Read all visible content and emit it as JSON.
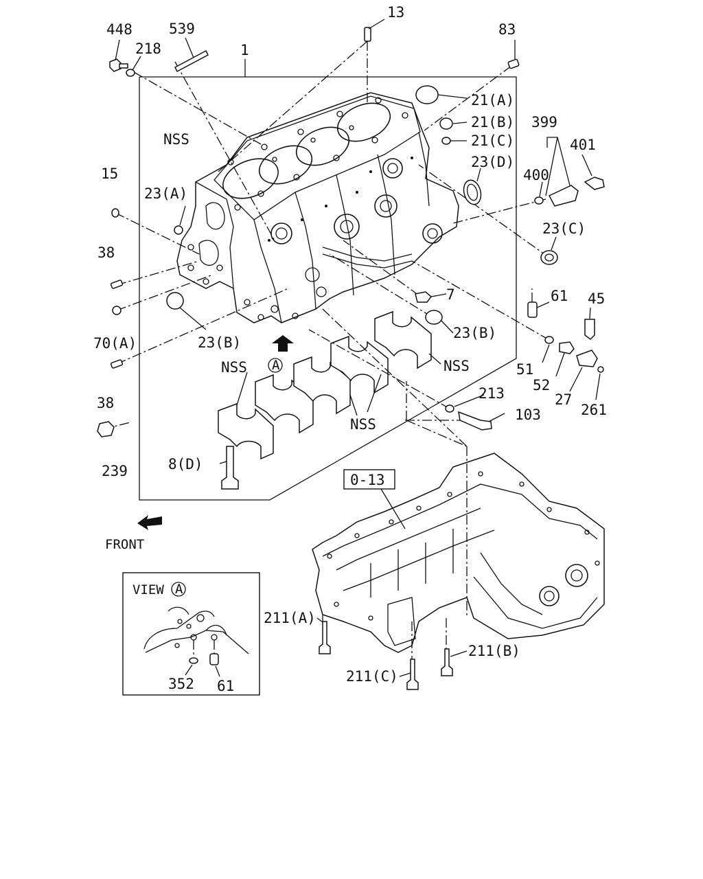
{
  "labels": {
    "p13": "13",
    "p448": "448",
    "p539": "539",
    "p218": "218",
    "p1": "1",
    "p83": "83",
    "p21a": "21(A)",
    "p21b": "21(B)",
    "p21c": "21(C)",
    "p399": "399",
    "p401": "401",
    "p400": "400",
    "p23d": "23(D)",
    "nss_top": "NSS",
    "p15": "15",
    "p23a": "23(A)",
    "p38_top": "38",
    "p23c": "23(C)",
    "p7": "7",
    "p61": "61",
    "p45": "45",
    "p70a": "70(A)",
    "p23b_left": "23(B)",
    "p23b_right": "23(B)",
    "view_a_marker": "A",
    "nss_left": "NSS",
    "nss_right": "NSS",
    "nss_bottom": "NSS",
    "p38_bottom": "38",
    "p51": "51",
    "p52": "52",
    "p27": "27",
    "p261": "261",
    "p213": "213",
    "p103": "103",
    "p239": "239",
    "p8d": "8(D)",
    "ref_box": "0-13",
    "front": "FRONT",
    "p211a": "211(A)",
    "p211b": "211(B)",
    "p211c": "211(C)"
  },
  "inset": {
    "title": "VIEW",
    "marker": "A",
    "p352": "352",
    "p61": "61"
  }
}
